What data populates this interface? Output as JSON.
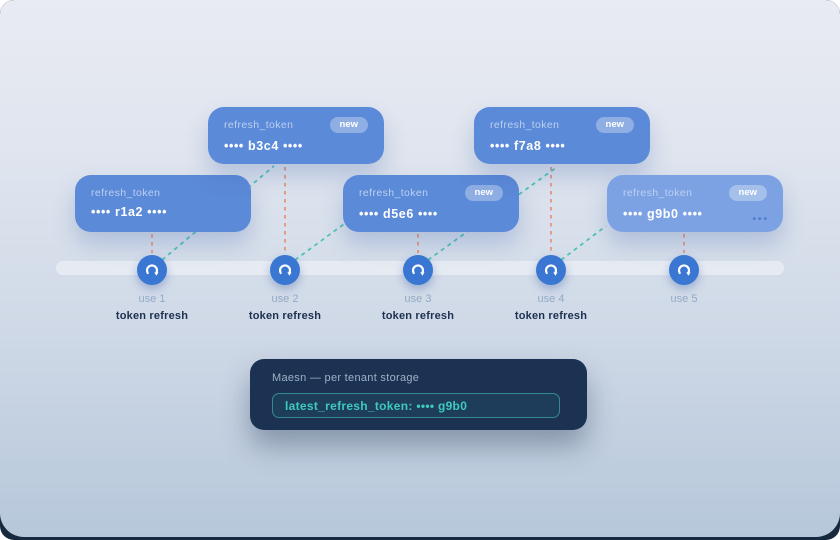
{
  "diagram": {
    "cards": [
      {
        "label": "refresh_token",
        "token": "•••• r1a2 ••••"
      },
      {
        "label": "refresh_token",
        "token": "•••• b3c4 ••••",
        "badge": "new"
      },
      {
        "label": "refresh_token",
        "token": "•••• d5e6 ••••",
        "badge": "new"
      },
      {
        "label": "refresh_token",
        "token": "•••• f7a8 ••••",
        "badge": "new"
      },
      {
        "label": "refresh_token",
        "token": "•••• g9b0 ••••",
        "badge": "new",
        "more": "•••"
      }
    ],
    "uses": [
      {
        "label": "use 1",
        "sublabel": "token refresh"
      },
      {
        "label": "use 2",
        "sublabel": "token refresh"
      },
      {
        "label": "use 3",
        "sublabel": "token refresh"
      },
      {
        "label": "use 4",
        "sublabel": "token refresh"
      },
      {
        "label": "use 5"
      }
    ],
    "storage": {
      "title": "Maesn — per tenant storage",
      "value": "latest_refresh_token: •••• g9b0"
    },
    "icons": {
      "refresh": "refresh-arrow-icon",
      "more": "ellipsis-icon"
    },
    "colors": {
      "card_blue": "#5b8ad8",
      "card_blue_light": "#7da2e4",
      "badge_bg": "rgba(255,255,255,0.32)",
      "circle_blue": "#3a77d2",
      "used_link_salmon": "#e89a87",
      "new_link_teal": "#4fc4b5",
      "storage_navy": "#1c3252",
      "storage_teal": "#3fc9bd",
      "frame_navy": "#16293e"
    }
  }
}
